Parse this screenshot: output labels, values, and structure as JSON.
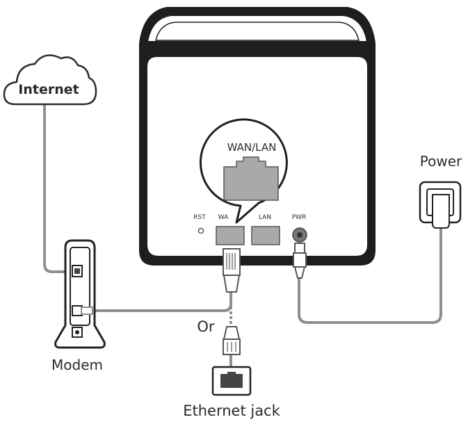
{
  "labels": {
    "internet": "Internet",
    "modem": "Modem",
    "power": "Power",
    "or": "Or",
    "ethernet_jack": "Ethernet jack",
    "wan_lan_callout": "WAN/LAN",
    "port_rst": "RST",
    "port_wan": "WA",
    "port_lan": "LAN",
    "port_pwr": "PWR"
  },
  "colors": {
    "device_body": "#1e1e1e",
    "port_gray": "#a9a9a9",
    "cable_gray": "#8f8f8f",
    "outline": "#222222"
  }
}
